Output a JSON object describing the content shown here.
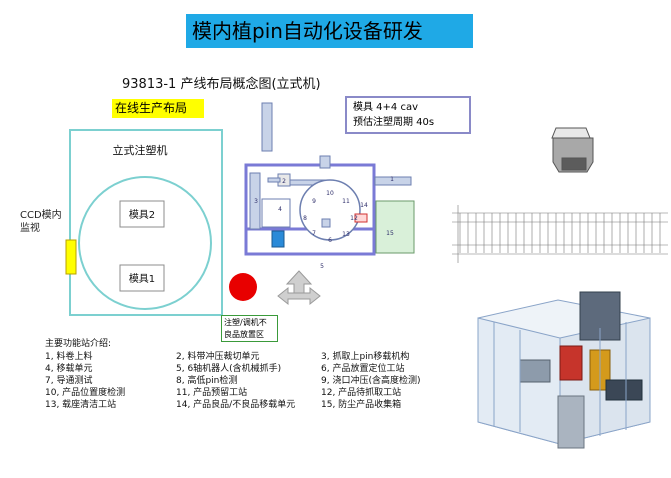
{
  "title": "模内植pin自动化设备研发",
  "subtitle": "93813-1 产线布局概念图(立式机)",
  "inline_label": "在线生产布局",
  "spec": {
    "line1": "模具 4+4 cav",
    "line2": "预估注塑周期 40s"
  },
  "machine_label": "立式注塑机",
  "mold_labels": [
    "模具2",
    "模具1"
  ],
  "ccd": {
    "line1": "CCD模内",
    "line2": "监视"
  },
  "reject_area": {
    "line1": "注塑/调机不",
    "line2": "良品放置区"
  },
  "station_numbers": [
    "1",
    "2",
    "3",
    "4",
    "5",
    "6",
    "7",
    "8",
    "9",
    "10",
    "11",
    "12",
    "13",
    "14",
    "15"
  ],
  "legend": {
    "heading": "主要功能站介绍:",
    "rows": [
      [
        "1, 料卷上料",
        "2, 料带冲压裁切单元",
        "3, 抓取上pin移载机构"
      ],
      [
        "4, 移载单元",
        "5, 6轴机器人(含机械抓手)",
        "6, 产品放置定位工站"
      ],
      [
        "7, 导通测试",
        "8, 高低pin检测",
        "9, 浇口冲压(含高度检测)"
      ],
      [
        "10, 产品位置度检测",
        "11, 产品预留工站",
        "12, 产品待抓取工站"
      ],
      [
        "13, 载座清洁工站",
        "14, 产品良品/不良品移载单元",
        "15, 防尘产品收集箱"
      ]
    ]
  },
  "colors": {
    "banner": "#1fa9e6",
    "machine_outline": "#7cd0d0",
    "layout_outline": "#7a7ad6",
    "reject_circle": "#e80000",
    "highlight_yellow": "#ffff00"
  }
}
